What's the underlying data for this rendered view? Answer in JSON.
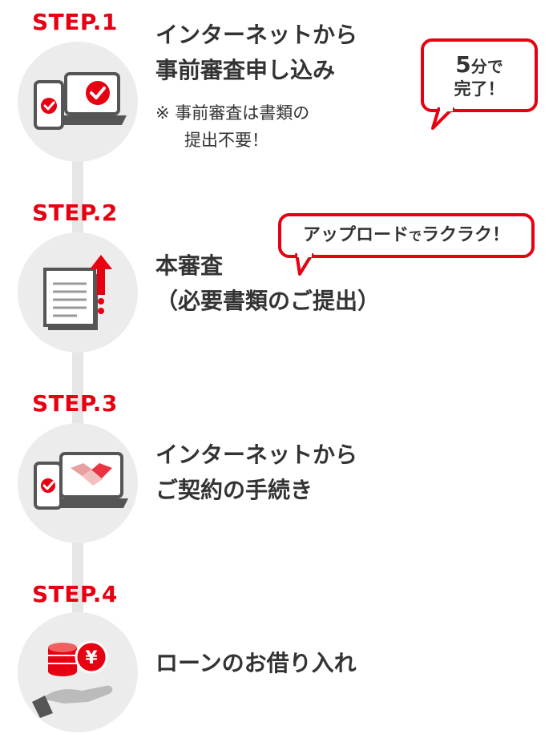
{
  "colors": {
    "accent": "#e60012",
    "circle": "#ececec",
    "text": "#333333",
    "spine": "#e6e6e6"
  },
  "steps": [
    {
      "label": "STEP.1",
      "title_lines": [
        "インターネットから",
        "事前審査申し込み"
      ],
      "note_lines": [
        "※ 事前審査は書類の",
        "提出不要！"
      ],
      "icon": "laptop-phone-check-icon",
      "bubble": {
        "big": "5",
        "small": "分で",
        "line2": "完了！"
      }
    },
    {
      "label": "STEP.2",
      "title_lines": [
        "本審査",
        "（必要書類のご提出）"
      ],
      "icon": "document-upload-icon",
      "bubble": {
        "part1": "アップロード",
        "part2": "で",
        "part3": "ラクラク！"
      }
    },
    {
      "label": "STEP.3",
      "title_lines": [
        "インターネットから",
        "ご契約の手続き"
      ],
      "icon": "laptop-handshake-icon"
    },
    {
      "label": "STEP.4",
      "title_lines": [
        "ローンのお借り入れ"
      ],
      "icon": "hand-coins-yen-icon",
      "icon_text": "¥"
    }
  ]
}
